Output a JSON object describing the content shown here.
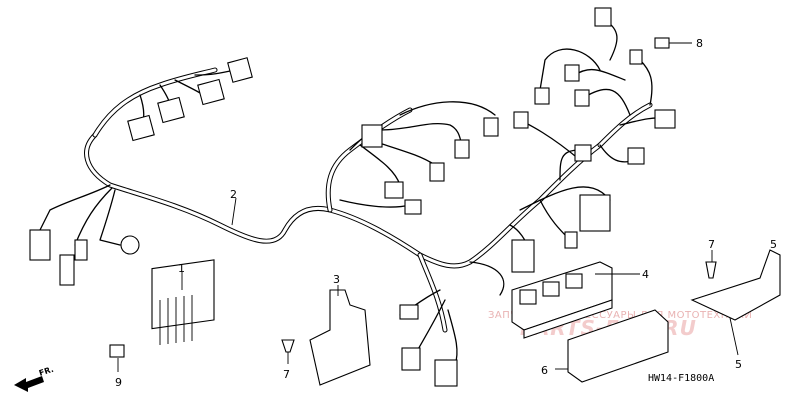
{
  "callouts": [
    {
      "id": "1",
      "text": "1"
    },
    {
      "id": "2",
      "text": "2"
    },
    {
      "id": "3",
      "text": "3"
    },
    {
      "id": "4",
      "text": "4"
    },
    {
      "id": "5a",
      "text": "5"
    },
    {
      "id": "5b",
      "text": "5"
    },
    {
      "id": "6",
      "text": "6"
    },
    {
      "id": "7a",
      "text": "7"
    },
    {
      "id": "7b",
      "text": "7"
    },
    {
      "id": "8",
      "text": "8"
    },
    {
      "id": "9",
      "text": "9"
    }
  ],
  "direction_label": "FR.",
  "diagram_code": "HW14-F1800A",
  "watermark": {
    "line1": "ЗАПЧАСТИ И АКСЕССУАРЫ ДЛЯ МОТОТЕХНИКИ",
    "line2": "PARTS-FOR.RU"
  },
  "colors": {
    "line": "#000000",
    "watermark": "#e9b3b3"
  }
}
